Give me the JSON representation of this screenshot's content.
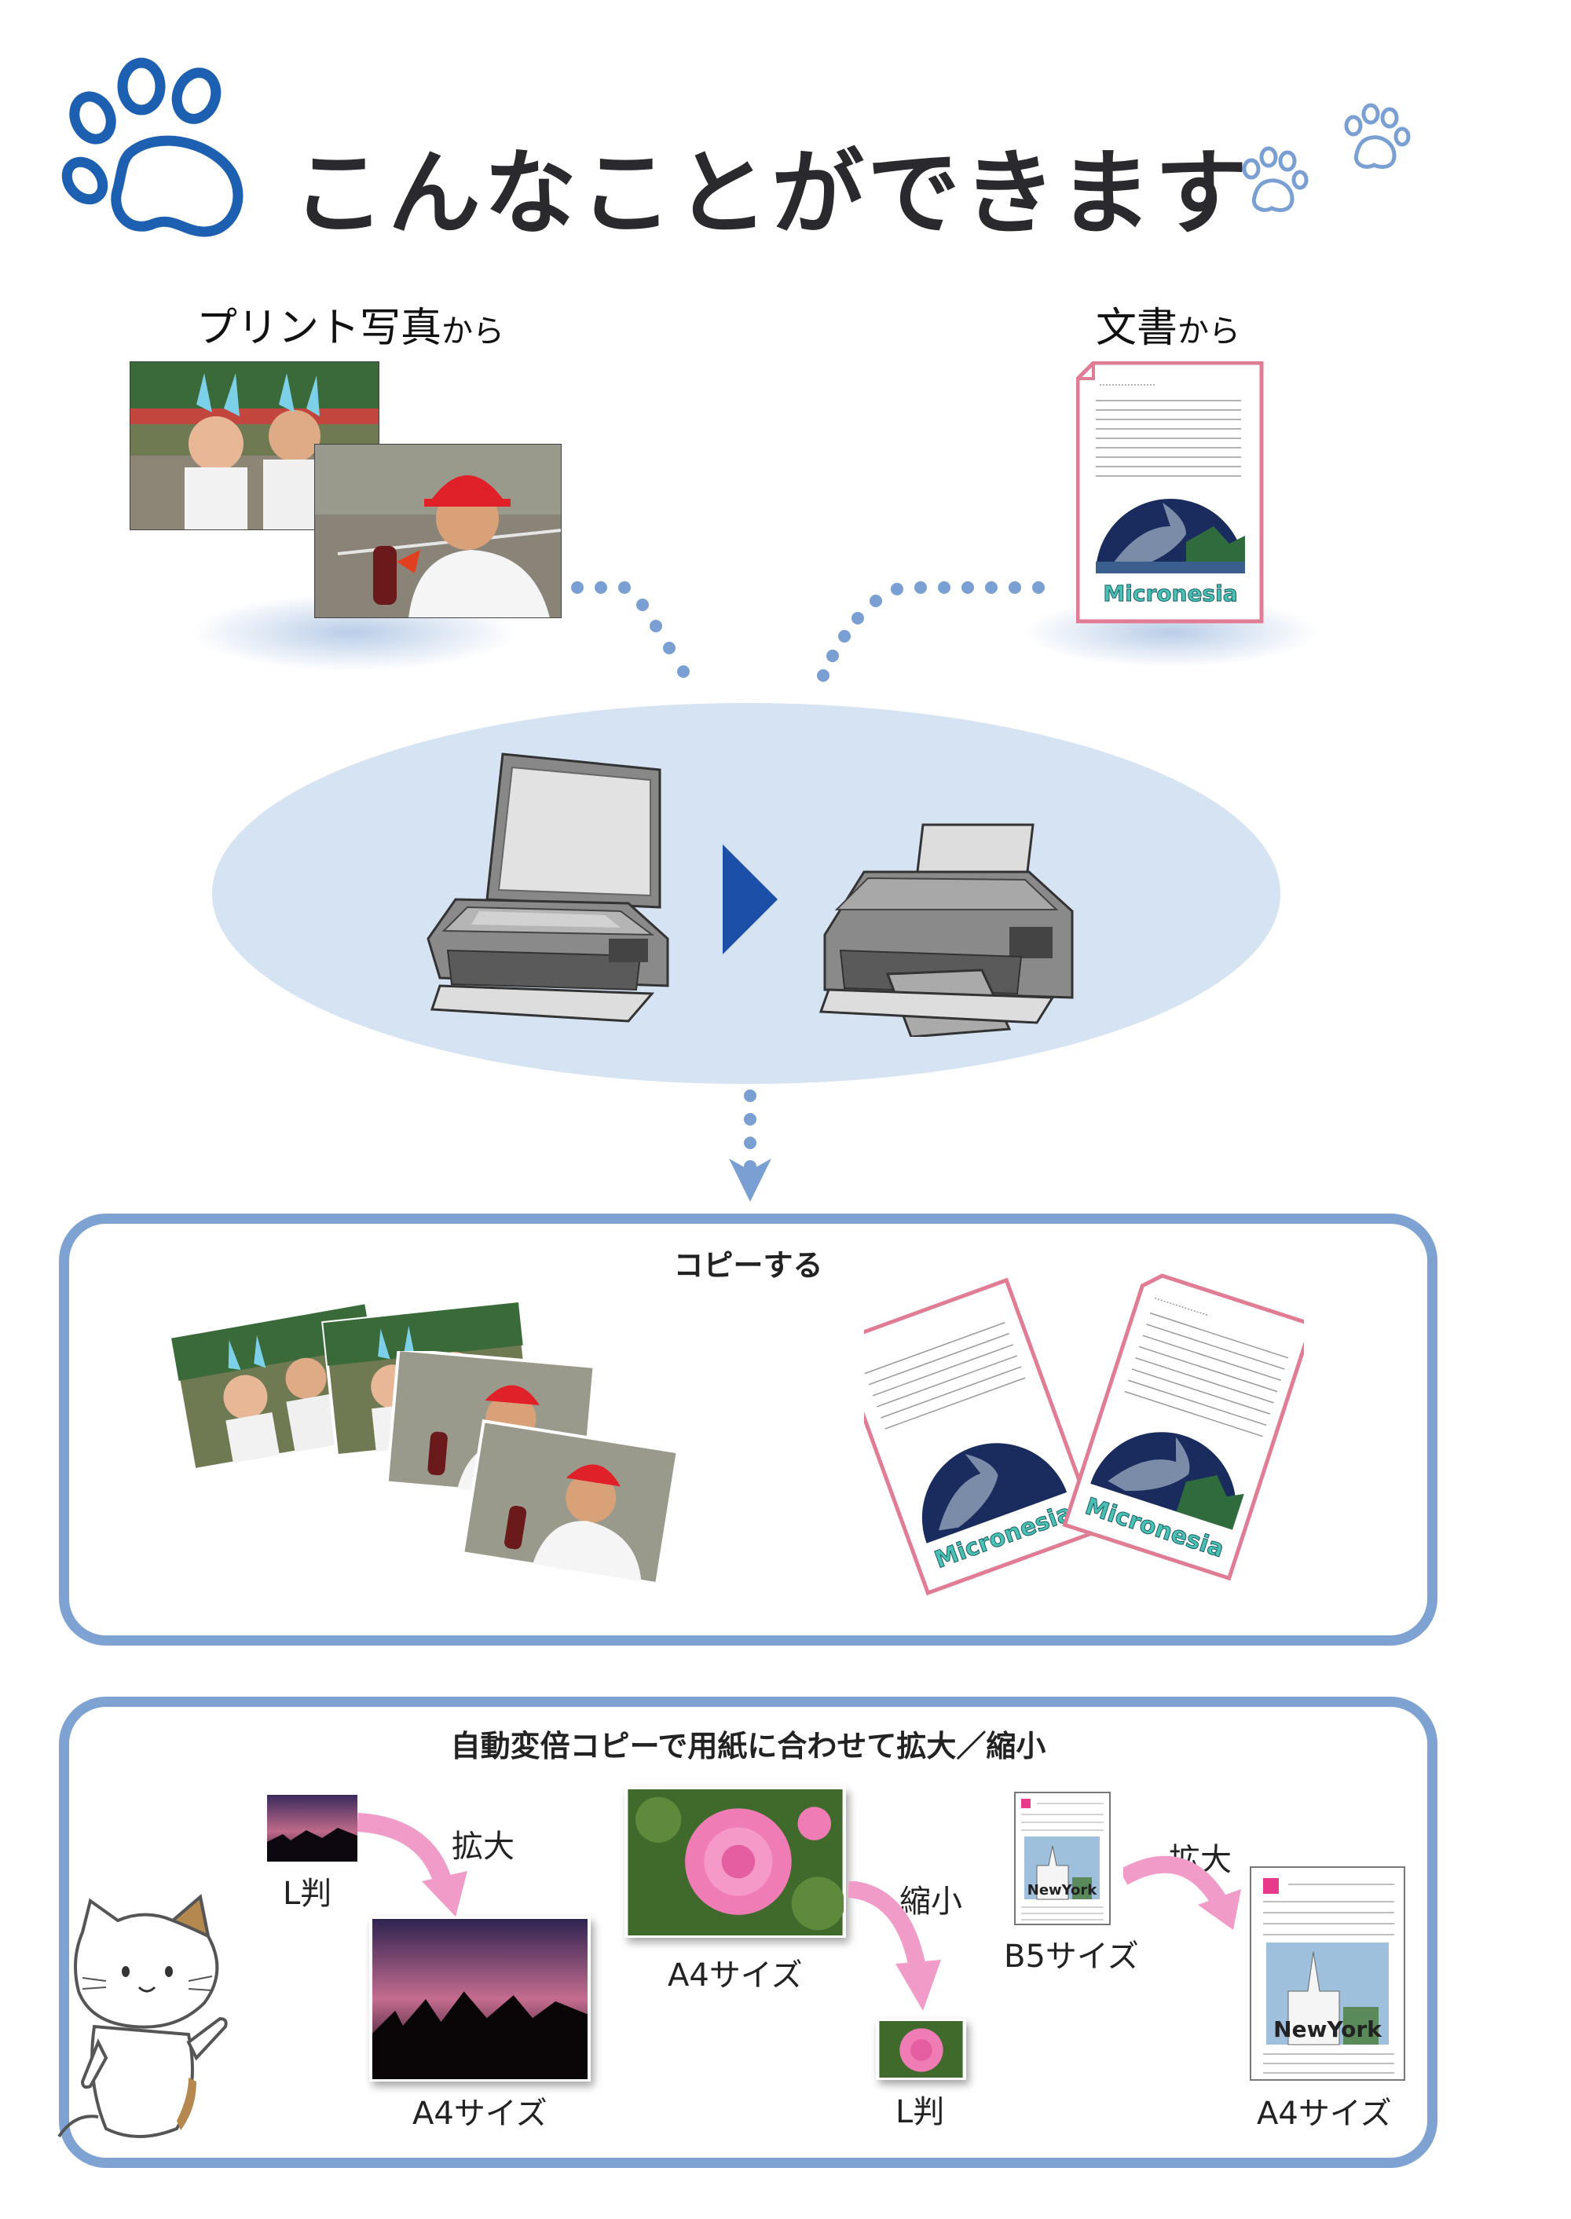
{
  "page": {
    "title": "こんなことができます"
  },
  "sources": {
    "photo_label": "プリント写真",
    "photo_label_suffix": "から",
    "document_label": "文書",
    "document_label_suffix": "から"
  },
  "sample_doc_text": "Micronesia",
  "sample_poster_text": "NewYork",
  "copy_panel": {
    "title": "コピーする"
  },
  "scale_panel": {
    "title": "自動変倍コピーで用紙に合わせて拡大／縮小",
    "items": [
      {
        "from": "L判",
        "action": "拡大",
        "to": "A4サイズ"
      },
      {
        "from": "A4サイズ",
        "action": "縮小",
        "to": "L判"
      },
      {
        "from": "B5サイズ",
        "action": "拡大",
        "to": "A4サイズ"
      }
    ]
  },
  "colors": {
    "accent_blue": "#7ea3d3",
    "paw_blue": "#1d5fb0",
    "arrow_blue": "#1c4fa8",
    "dot_blue": "#7a9fd2",
    "ellipse_fill": "#d6e3f2",
    "pink_arrow": "#f19cc8",
    "doc_border": "#e07c94"
  }
}
